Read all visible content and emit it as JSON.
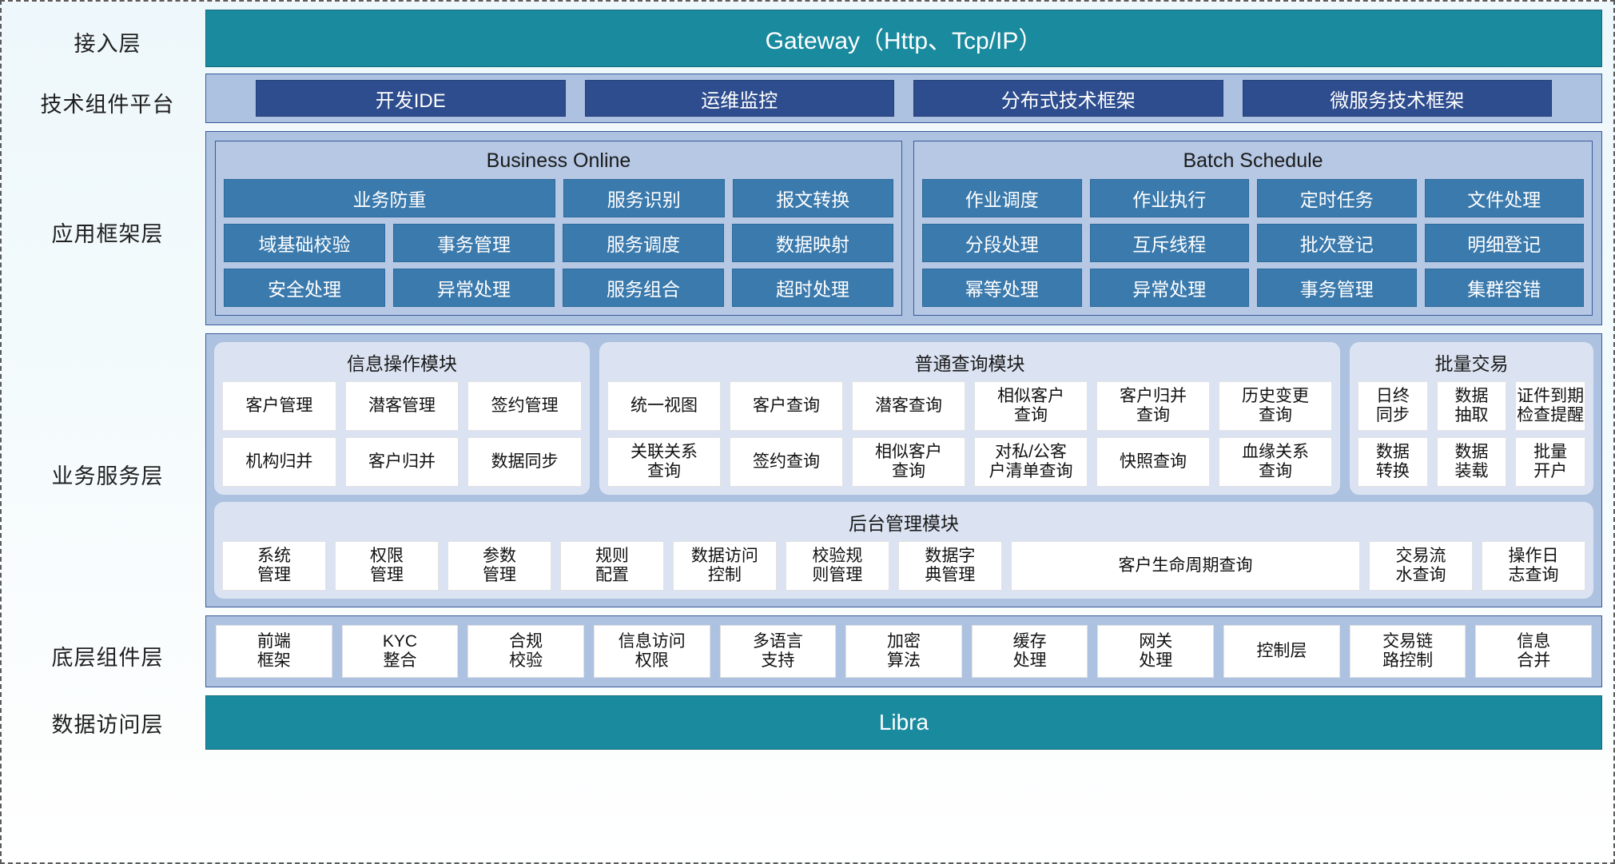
{
  "colors": {
    "teal": "#1a8a9e",
    "band": "#adc2e0",
    "dark_blue": "#2e4d8e",
    "mid_blue": "#3b7aad",
    "module_bg": "#dbe3f2"
  },
  "layers": [
    {
      "label": "接入层"
    },
    {
      "label": "技术组件平台"
    },
    {
      "label": "应用框架层"
    },
    {
      "label": "业务服务层"
    },
    {
      "label": "底层组件层"
    },
    {
      "label": "数据访问层"
    }
  ],
  "gateway": {
    "title": "Gateway（Http、Tcp/IP）"
  },
  "tech_platform": {
    "items": [
      {
        "label": "开发IDE"
      },
      {
        "label": "运维监控"
      },
      {
        "label": "分布式技术框架"
      },
      {
        "label": "微服务技术框架"
      }
    ]
  },
  "app_framework": {
    "business_online": {
      "title": "Business Online",
      "rows": [
        [
          {
            "label": "业务防重",
            "span": 2
          },
          {
            "label": "服务识别",
            "span": 1
          },
          {
            "label": "报文转换",
            "span": 1
          }
        ],
        [
          {
            "label": "域基础校验",
            "span": 1
          },
          {
            "label": "事务管理",
            "span": 1
          },
          {
            "label": "服务调度",
            "span": 1
          },
          {
            "label": "数据映射",
            "span": 1
          }
        ],
        [
          {
            "label": "安全处理",
            "span": 1
          },
          {
            "label": "异常处理",
            "span": 1
          },
          {
            "label": "服务组合",
            "span": 1
          },
          {
            "label": "超时处理",
            "span": 1
          }
        ]
      ]
    },
    "batch_schedule": {
      "title": "Batch Schedule",
      "rows": [
        [
          {
            "label": "作业调度",
            "span": 1
          },
          {
            "label": "作业执行",
            "span": 1
          },
          {
            "label": "定时任务",
            "span": 1
          },
          {
            "label": "文件处理",
            "span": 1
          }
        ],
        [
          {
            "label": "分段处理",
            "span": 1
          },
          {
            "label": "互斥线程",
            "span": 1
          },
          {
            "label": "批次登记",
            "span": 1
          },
          {
            "label": "明细登记",
            "span": 1
          }
        ],
        [
          {
            "label": "幂等处理",
            "span": 1
          },
          {
            "label": "异常处理",
            "span": 1
          },
          {
            "label": "事务管理",
            "span": 1
          },
          {
            "label": "集群容错",
            "span": 1
          }
        ]
      ]
    }
  },
  "business_service": {
    "info_module": {
      "title": "信息操作模块",
      "rows": [
        [
          {
            "label": "客户管理"
          },
          {
            "label": "潜客管理"
          },
          {
            "label": "签约管理"
          }
        ],
        [
          {
            "label": "机构归并"
          },
          {
            "label": "客户归并"
          },
          {
            "label": "数据同步"
          }
        ]
      ]
    },
    "query_module": {
      "title": "普通查询模块",
      "rows": [
        [
          {
            "label": "统一视图"
          },
          {
            "label": "客户查询"
          },
          {
            "label": "潜客查询"
          },
          {
            "label": "相似客户\n查询"
          },
          {
            "label": "客户归并\n查询"
          },
          {
            "label": "历史变更\n查询"
          }
        ],
        [
          {
            "label": "关联关系\n查询"
          },
          {
            "label": "签约查询"
          },
          {
            "label": "相似客户\n查询"
          },
          {
            "label": "对私/公客\n户清单查询"
          },
          {
            "label": "快照查询"
          },
          {
            "label": "血缘关系\n查询"
          }
        ]
      ]
    },
    "batch_tx_module": {
      "title": "批量交易",
      "rows": [
        [
          {
            "label": "日终\n同步"
          },
          {
            "label": "数据\n抽取"
          },
          {
            "label": "证件到期\n检查提醒"
          }
        ],
        [
          {
            "label": "数据\n转换"
          },
          {
            "label": "数据\n装载"
          },
          {
            "label": "批量\n开户"
          }
        ]
      ]
    },
    "admin_module": {
      "title": "后台管理模块",
      "cells": [
        {
          "label": "系统\n管理",
          "span": 1
        },
        {
          "label": "权限\n管理",
          "span": 1
        },
        {
          "label": "参数\n管理",
          "span": 1
        },
        {
          "label": "规则\n配置",
          "span": 1
        },
        {
          "label": "数据访问\n控制",
          "span": 1
        },
        {
          "label": "校验规\n则管理",
          "span": 1
        },
        {
          "label": "数据字\n典管理",
          "span": 1
        },
        {
          "label": "客户生命周期查询",
          "span": 3
        },
        {
          "label": "交易流\n水查询",
          "span": 1
        },
        {
          "label": "操作日\n志查询",
          "span": 1
        }
      ]
    }
  },
  "bottom_components": {
    "cells": [
      {
        "label": "前端\n框架",
        "span": 1
      },
      {
        "label": "KYC\n整合",
        "span": 1
      },
      {
        "label": "合规\n校验",
        "span": 1
      },
      {
        "label": "信息访问\n权限",
        "span": 1
      },
      {
        "label": "多语言\n支持",
        "span": 1
      },
      {
        "label": "加密\n算法",
        "span": 1
      },
      {
        "label": "缓存\n处理",
        "span": 1
      },
      {
        "label": "网关\n处理",
        "span": 1
      },
      {
        "label": "控制层",
        "span": 1
      },
      {
        "label": "交易链\n路控制",
        "span": 1
      },
      {
        "label": "信息\n合并",
        "span": 1
      }
    ]
  },
  "data_access": {
    "title": "Libra"
  }
}
